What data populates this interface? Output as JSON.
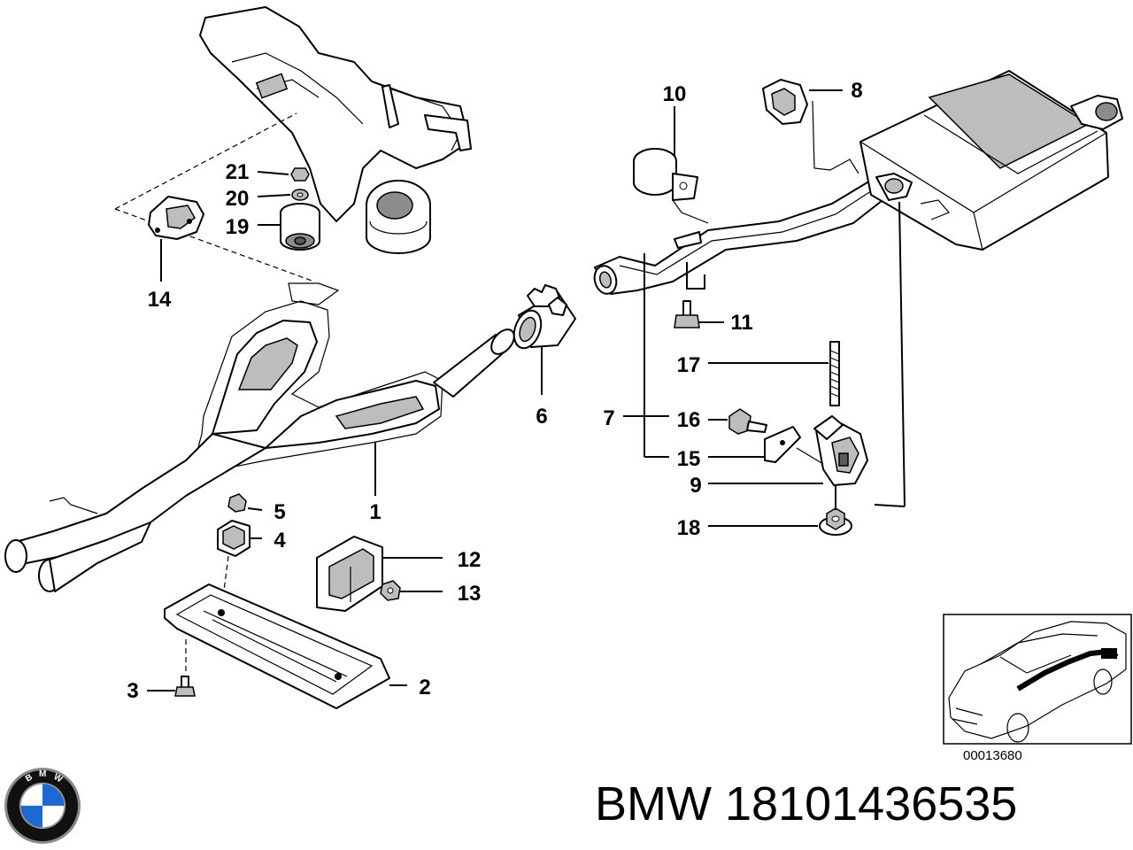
{
  "callouts": [
    {
      "id": "c1",
      "text": "1"
    },
    {
      "id": "c2",
      "text": "2"
    },
    {
      "id": "c3",
      "text": "3"
    },
    {
      "id": "c4",
      "text": "4"
    },
    {
      "id": "c5",
      "text": "5"
    },
    {
      "id": "c6",
      "text": "6"
    },
    {
      "id": "c7",
      "text": "7"
    },
    {
      "id": "c8",
      "text": "8"
    },
    {
      "id": "c9",
      "text": "9"
    },
    {
      "id": "c10",
      "text": "10"
    },
    {
      "id": "c11",
      "text": "11"
    },
    {
      "id": "c12",
      "text": "12"
    },
    {
      "id": "c13",
      "text": "13"
    },
    {
      "id": "c14",
      "text": "14"
    },
    {
      "id": "c15",
      "text": "15"
    },
    {
      "id": "c16",
      "text": "16"
    },
    {
      "id": "c17",
      "text": "17"
    },
    {
      "id": "c18",
      "text": "18"
    },
    {
      "id": "c19",
      "text": "19"
    },
    {
      "id": "c20",
      "text": "20"
    },
    {
      "id": "c21",
      "text": "21"
    }
  ],
  "inset_code": "00013680",
  "footer": {
    "brand": "BMW",
    "part_number": "18101436535",
    "caption": "BMW 18101436535"
  },
  "logo": {
    "lettering": "BMW",
    "colors": {
      "blue": "#1c69d4",
      "white": "#ffffff",
      "ring": "#111111",
      "chrome": "#8a8a8a"
    }
  }
}
